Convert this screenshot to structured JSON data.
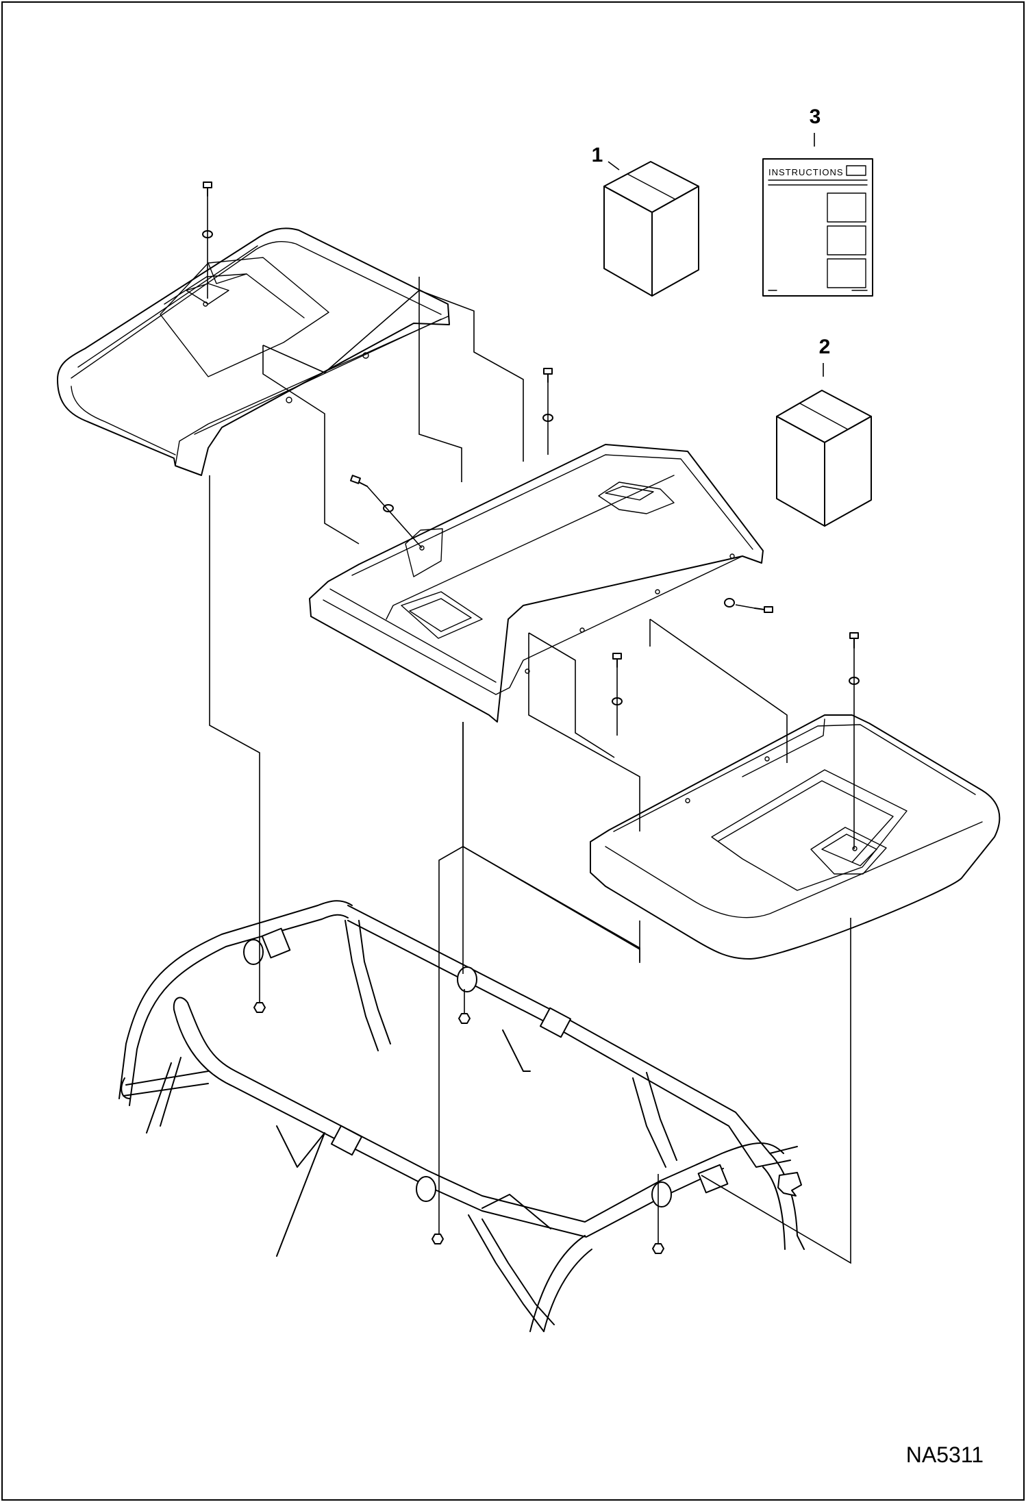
{
  "callouts": {
    "kit_box_1": "1",
    "kit_box_2": "2",
    "instructions": "3"
  },
  "instructions_sheet": {
    "title": "INSTRUCTIONS"
  },
  "drawing_code": "NA5311"
}
